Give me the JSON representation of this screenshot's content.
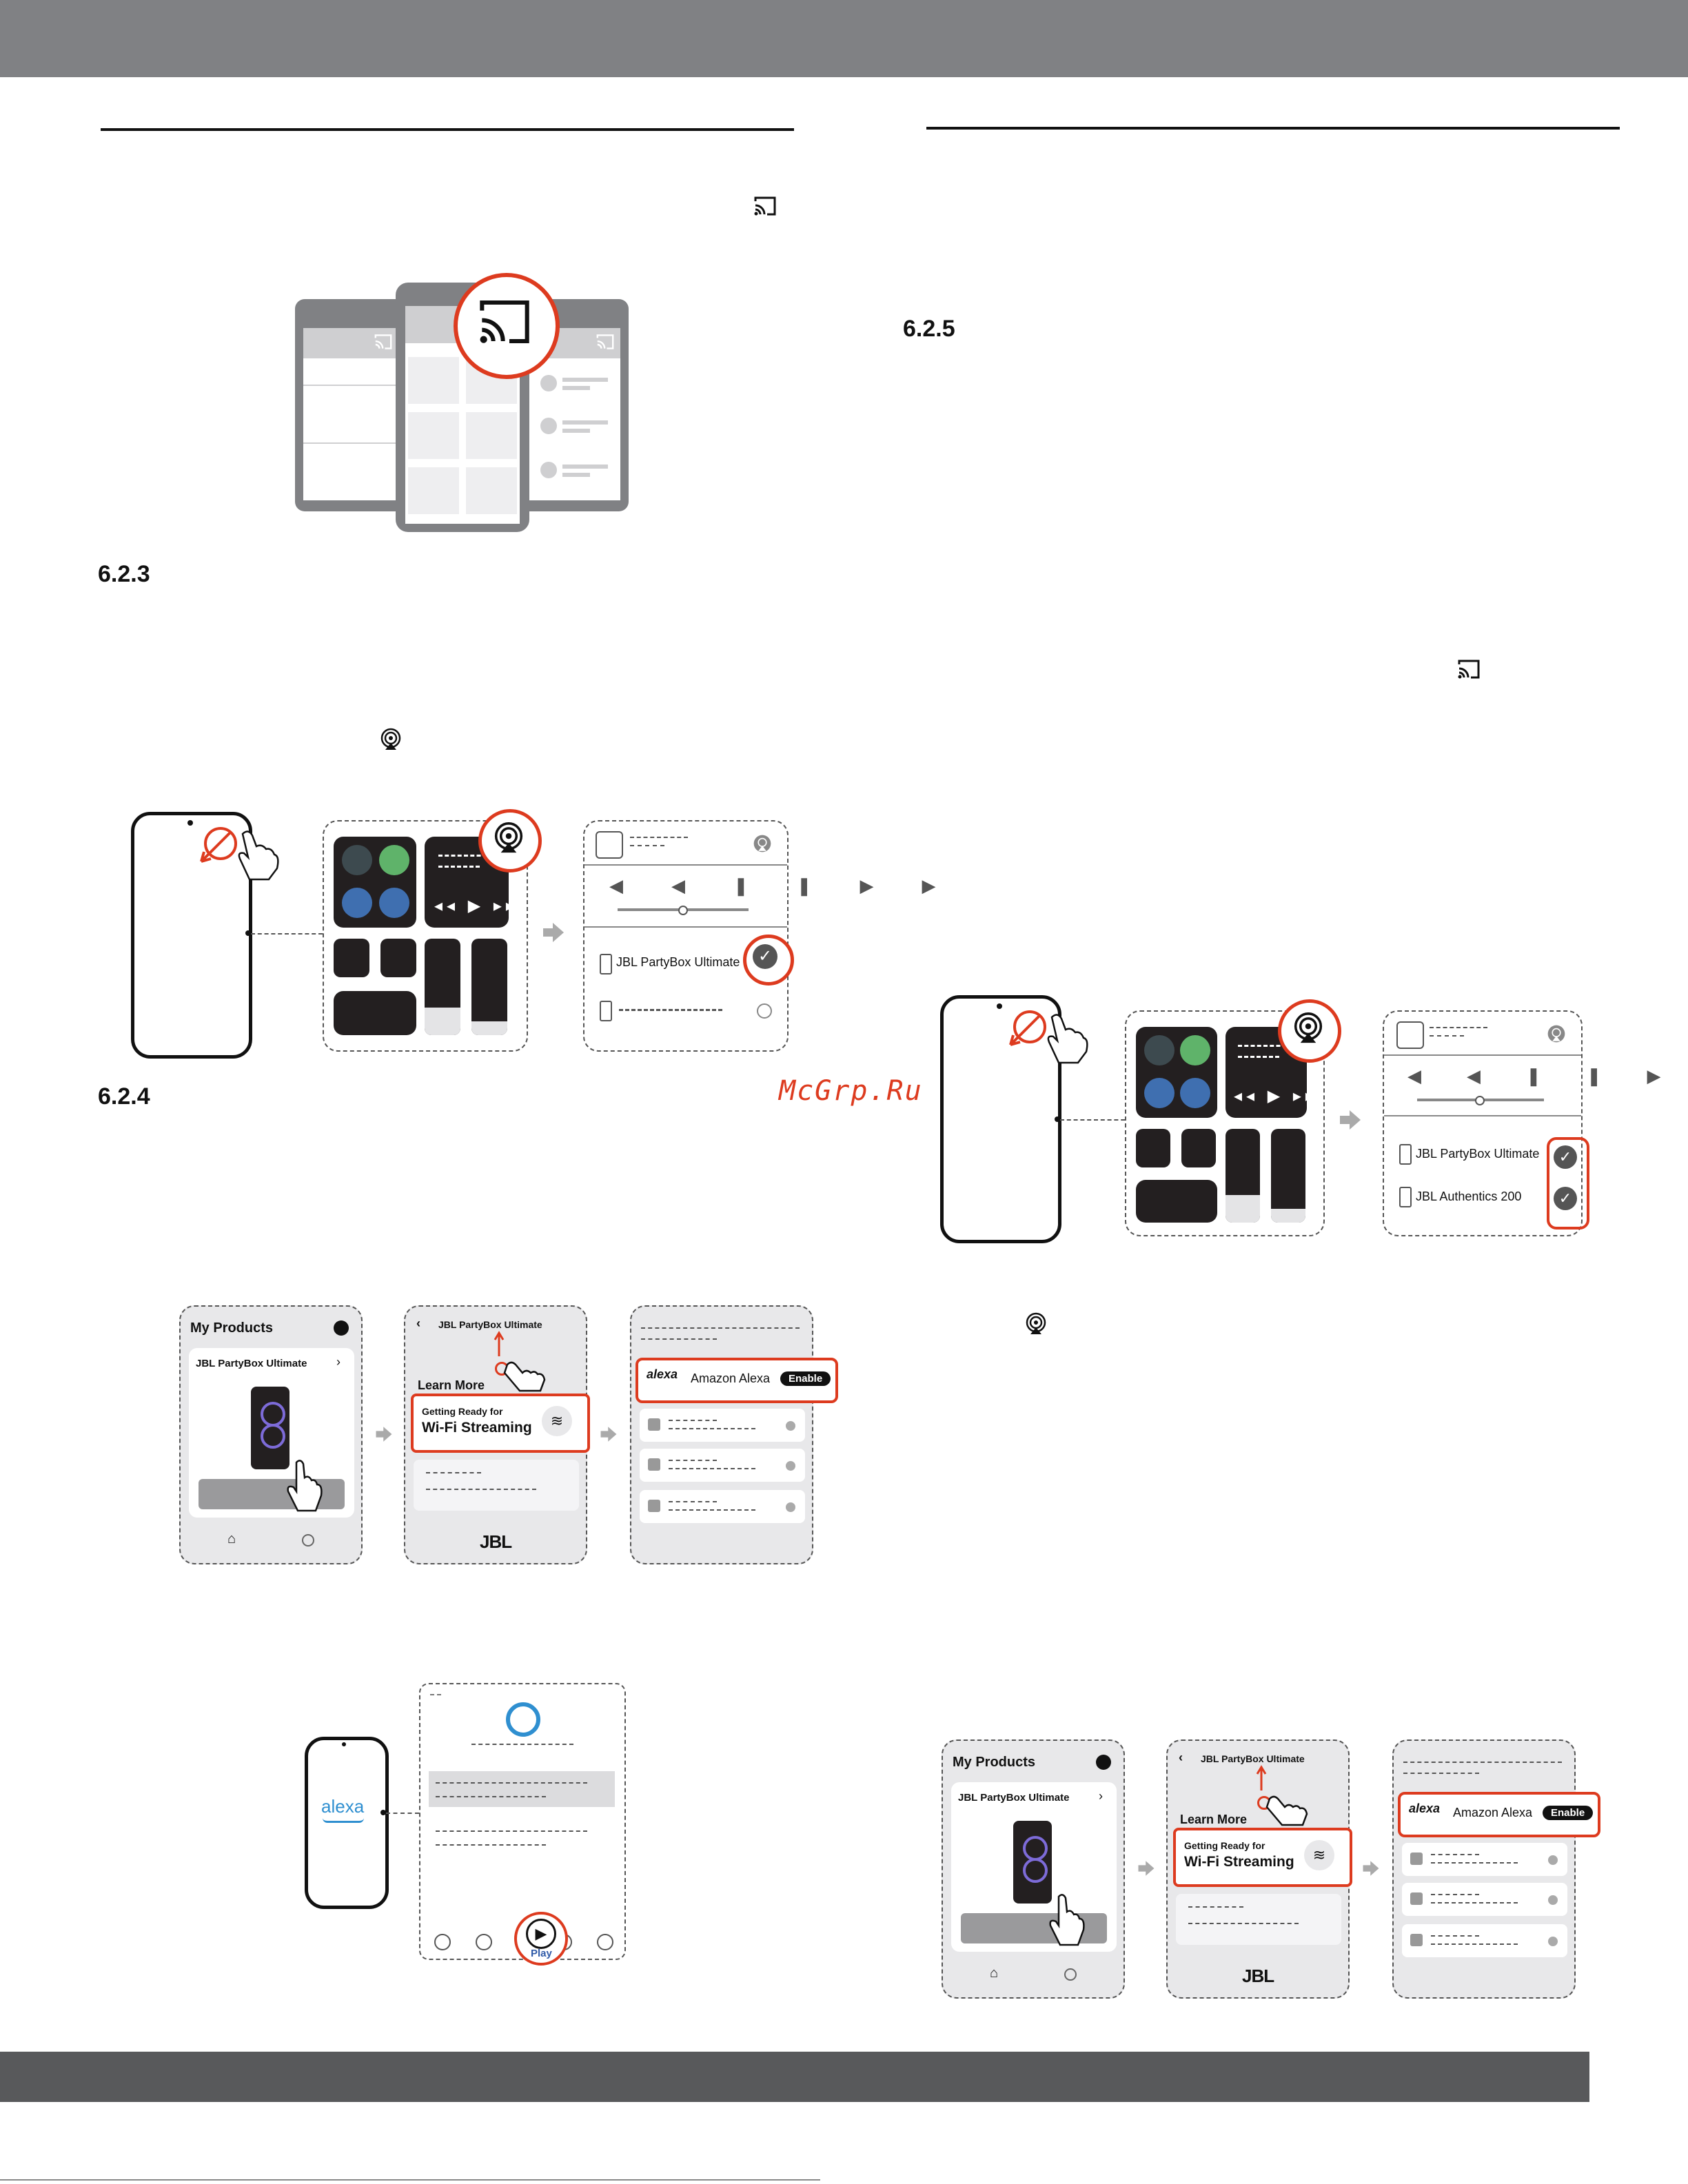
{
  "headings": {
    "s623": "6.2.3",
    "s624": "6.2.4",
    "s625": "6.2.5"
  },
  "watermark": "McGrp.Ru",
  "airplay_fig1": {
    "speaker": "JBL PartyBox Ultimate"
  },
  "airplay_fig2": {
    "speakers": [
      "JBL PartyBox Ultimate",
      "JBL Authentics 200"
    ]
  },
  "app_fig": {
    "my_products": "My Products",
    "product_name": "JBL PartyBox Ultimate",
    "header_back": "JBL PartyBox Ultimate",
    "learn_more": "Learn More",
    "getting_ready": "Getting Ready for",
    "wifi_streaming": "Wi-Fi Streaming",
    "brand": "JBL",
    "alexa_logo": "alexa",
    "amazon_alexa": "Amazon Alexa",
    "enable": "Enable"
  },
  "alexa_fig": {
    "logo": "alexa",
    "play": "Play"
  },
  "icons": [
    "cast-icon",
    "airplay-icon",
    "wifi-icon",
    "home-icon",
    "settings-icon",
    "hand-pointer-icon",
    "arrow-right-icon"
  ]
}
